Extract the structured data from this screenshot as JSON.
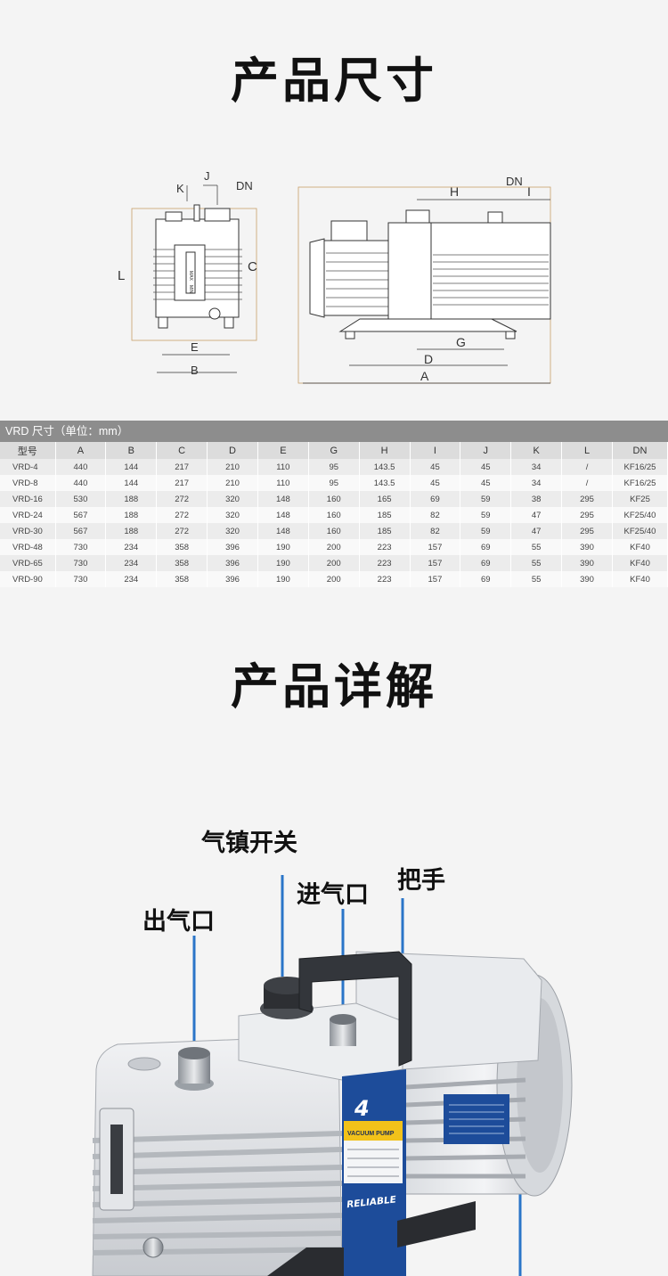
{
  "sections": {
    "size_title": "产品尺寸",
    "detail_title": "产品详解"
  },
  "drawing_labels": {
    "front": [
      "K",
      "J",
      "DN",
      "L",
      "C",
      "E",
      "B"
    ],
    "side": [
      "H",
      "DN",
      "I",
      "G",
      "D",
      "A"
    ],
    "gauge_max": "MAX",
    "gauge_min": "MIN"
  },
  "spec_table": {
    "caption": "VRD 尺寸（单位：mm）",
    "headers": [
      "型号",
      "A",
      "B",
      "C",
      "D",
      "E",
      "G",
      "H",
      "I",
      "J",
      "K",
      "L",
      "DN"
    ],
    "rows": [
      [
        "VRD-4",
        "440",
        "144",
        "217",
        "210",
        "110",
        "95",
        "143.5",
        "45",
        "45",
        "34",
        "/",
        "KF16/25"
      ],
      [
        "VRD-8",
        "440",
        "144",
        "217",
        "210",
        "110",
        "95",
        "143.5",
        "45",
        "45",
        "34",
        "/",
        "KF16/25"
      ],
      [
        "VRD-16",
        "530",
        "188",
        "272",
        "320",
        "148",
        "160",
        "165",
        "69",
        "59",
        "38",
        "295",
        "KF25"
      ],
      [
        "VRD-24",
        "567",
        "188",
        "272",
        "320",
        "148",
        "160",
        "185",
        "82",
        "59",
        "47",
        "295",
        "KF25/40"
      ],
      [
        "VRD-30",
        "567",
        "188",
        "272",
        "320",
        "148",
        "160",
        "185",
        "82",
        "59",
        "47",
        "295",
        "KF25/40"
      ],
      [
        "VRD-48",
        "730",
        "234",
        "358",
        "396",
        "190",
        "200",
        "223",
        "157",
        "69",
        "55",
        "390",
        "KF40"
      ],
      [
        "VRD-65",
        "730",
        "234",
        "358",
        "396",
        "190",
        "200",
        "223",
        "157",
        "69",
        "55",
        "390",
        "KF40"
      ],
      [
        "VRD-90",
        "730",
        "234",
        "358",
        "396",
        "190",
        "200",
        "223",
        "157",
        "69",
        "55",
        "390",
        "KF40"
      ]
    ]
  },
  "callouts": {
    "gas_ballast": "气镇开关",
    "inlet": "进气口",
    "handle": "把手",
    "outlet": "出气口"
  },
  "pump": {
    "model_number": "4",
    "product_band": "VACUUM PUMP",
    "brand": "RELIABLE"
  },
  "colors": {
    "callout_line": "#2a75c8",
    "brand_blue": "#1d4c9a",
    "band_yellow": "#f2c21a",
    "table_caption_bg": "#8d8d8d"
  }
}
